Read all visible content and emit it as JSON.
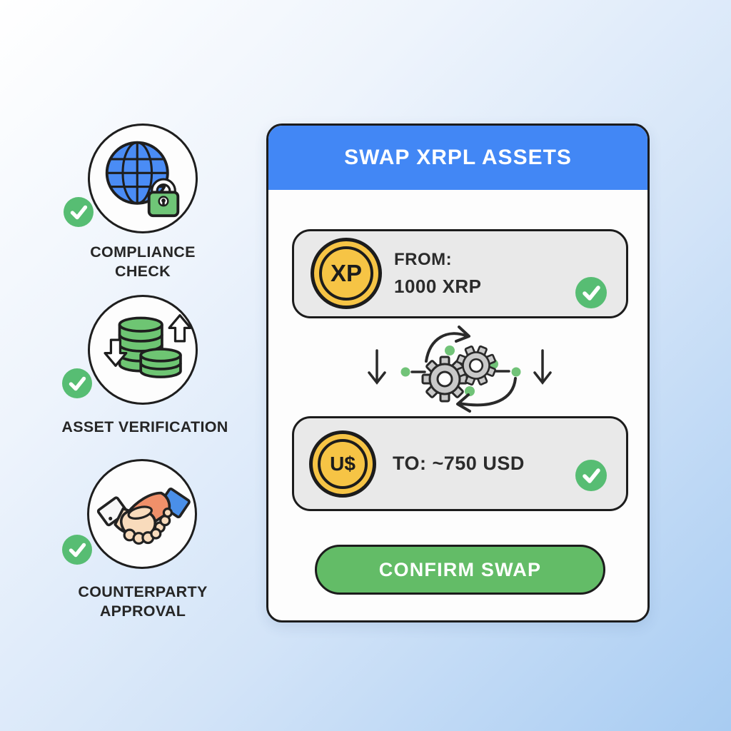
{
  "colors": {
    "bg_start": "#ffffff",
    "bg_end": "#a8ccf2",
    "header_blue": "#4287f5",
    "row_gray": "#e9e9e9",
    "coin_yellow": "#f6c445",
    "check_green": "#57bd73",
    "button_green": "#63bc67",
    "dot_green": "#71c378",
    "ink": "#1c1c1c"
  },
  "sidebar": {
    "steps": [
      {
        "icon": "globe-lock-icon",
        "line1": "COMPLIANCE",
        "line2": "CHECK",
        "status": "checked"
      },
      {
        "icon": "coin-stacks-icon",
        "line1": "ASSET VERIFICATION",
        "line2": "",
        "status": "checked"
      },
      {
        "icon": "handshake-icon",
        "line1": "COUNTERPARTY",
        "line2": "APPROVAL",
        "status": "checked"
      }
    ]
  },
  "card": {
    "title": "SWAP XRPL ASSETS",
    "from": {
      "coin": "XP",
      "label": "FROM:",
      "amount": "1000 XRP"
    },
    "to": {
      "coin": "U$",
      "label": "TO: ~750 USD"
    },
    "confirm": "CONFIRM SWAP"
  }
}
